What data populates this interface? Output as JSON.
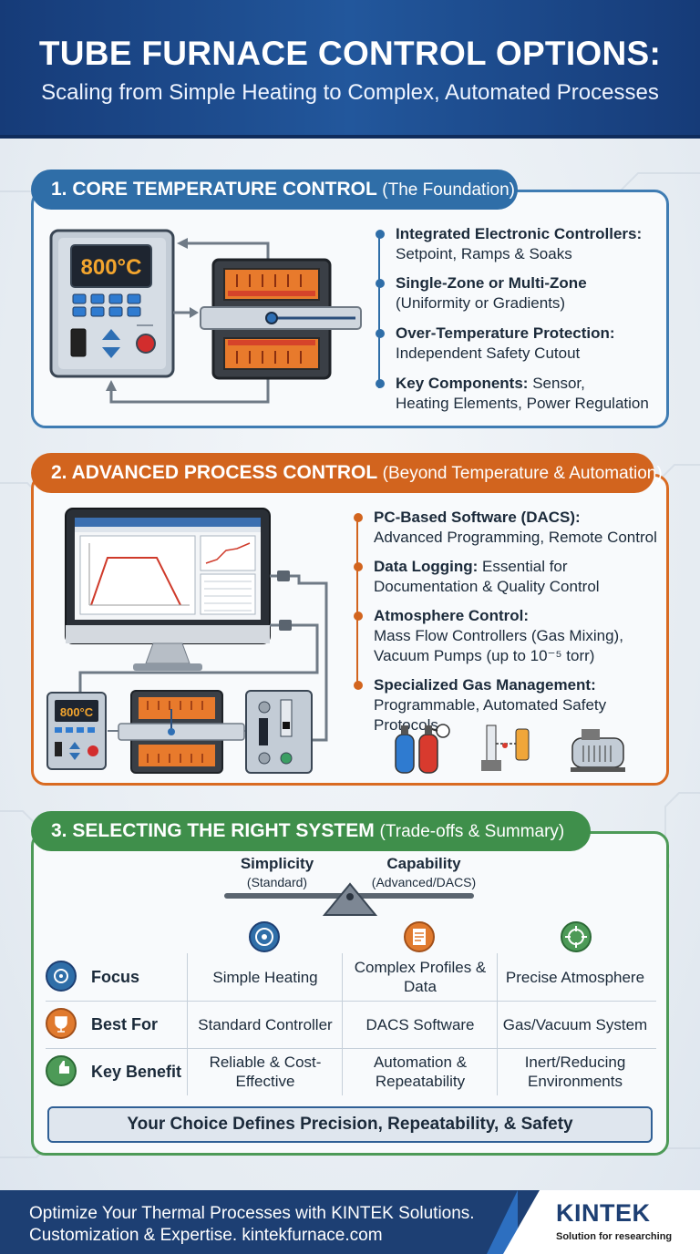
{
  "header": {
    "title": "TUBE FURNACE CONTROL OPTIONS:",
    "subtitle": "Scaling from Simple Heating to Complex, Automated Processes"
  },
  "section1": {
    "title": "1. CORE TEMPERATURE CONTROL",
    "title_note": "(The Foundation)",
    "controller_display": "800°C",
    "bullets": [
      {
        "bold": "Integrated Electronic Controllers:",
        "text": "Setpoint, Ramps & Soaks"
      },
      {
        "bold": "Single-Zone or Multi-Zone",
        "text": "(Uniformity or Gradients)"
      },
      {
        "bold": "Over-Temperature Protection:",
        "text": "Independent Safety Cutout"
      },
      {
        "bold": "Key Components:",
        "text_inline": "Sensor,",
        "text": "Heating Elements, Power Regulation"
      }
    ]
  },
  "section2": {
    "title": "2. ADVANCED PROCESS CONTROL",
    "title_note": "(Beyond Temperature & Automation)",
    "controller_display": "800°C",
    "bullets": [
      {
        "bold": "PC-Based Software (DACS):",
        "text": "Advanced Programming, Remote Control"
      },
      {
        "bold": "Data Logging:",
        "text_inline": "Essential for",
        "text": "Documentation & Quality Control"
      },
      {
        "bold": "Atmosphere Control:",
        "text": "Mass Flow Controllers (Gas Mixing),",
        "text2": "Vacuum Pumps (up to 10⁻⁵ torr)"
      },
      {
        "bold": "Specialized Gas Management:",
        "text": "Programmable, Automated Safety Protocols"
      }
    ]
  },
  "section3": {
    "title": "3. SELECTING THE RIGHT SYSTEM",
    "title_note": "(Trade-offs & Summary)",
    "left_label": "Simplicity",
    "left_sub": "(Standard)",
    "right_label": "Capability",
    "right_sub": "(Advanced/DACS)",
    "rows": [
      {
        "label": "Focus",
        "cells": [
          "Simple Heating",
          "Complex Profiles & Data",
          "Precise Atmosphere"
        ]
      },
      {
        "label": "Best For",
        "cells": [
          "Standard Controller",
          "DACS Software",
          "Gas/Vacuum System"
        ]
      },
      {
        "label": "Key Benefit",
        "cells": [
          "Reliable & Cost-Effective",
          "Automation & Repeatability",
          "Inert/Reducing Environments"
        ]
      }
    ],
    "summary": "Your Choice Defines Precision, Repeatability, & Safety"
  },
  "footer": {
    "line1": "Optimize Your Thermal Processes with KINTEK Solutions.",
    "line2": "Customization & Expertise. kintekfurnace.com",
    "logo": "KINTEK",
    "tagline": "Solution for researching"
  },
  "colors": {
    "blue": "#2f6ea8",
    "orange": "#d2641e",
    "green": "#3f8f4b",
    "navy": "#1d3f73"
  }
}
